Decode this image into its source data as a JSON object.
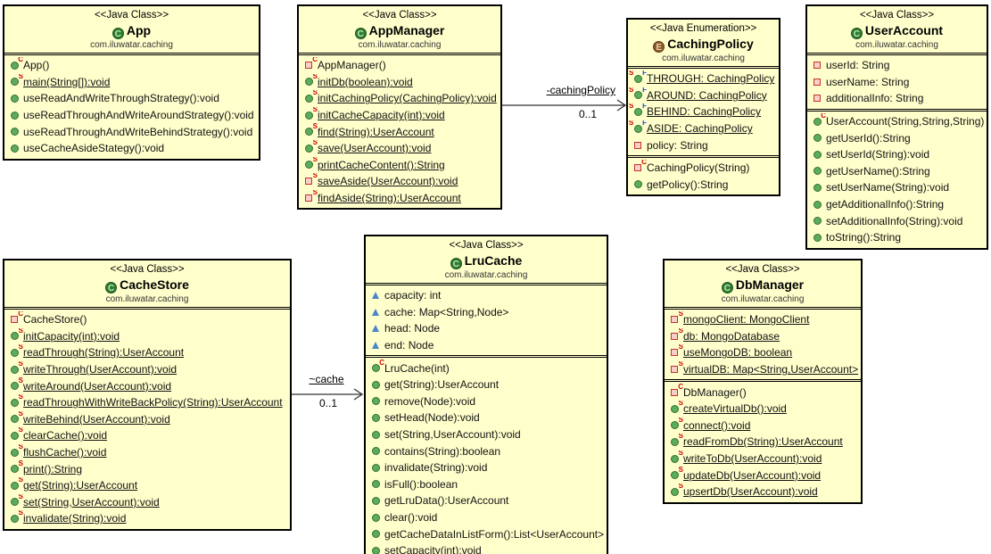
{
  "diagram": {
    "classes": [
      {
        "id": "app",
        "stereotype": "<<Java Class>>",
        "icon_letter": "C",
        "name": "App",
        "package": "com.iluwatar.caching",
        "fields": [],
        "methods": [
          {
            "icon": "circle",
            "sup": "C",
            "u": false,
            "kind": "method",
            "label": "App()"
          },
          {
            "icon": "circle",
            "sup": "S",
            "u": true,
            "kind": "method",
            "label": "main(String[]):void"
          },
          {
            "icon": "circle",
            "sup": "",
            "u": false,
            "kind": "method",
            "label": "useReadAndWriteThroughStrategy():void"
          },
          {
            "icon": "circle",
            "sup": "",
            "u": false,
            "kind": "method",
            "label": "useReadThroughAndWriteAroundStrategy():void"
          },
          {
            "icon": "circle",
            "sup": "",
            "u": false,
            "kind": "method",
            "label": "useReadThroughAndWriteBehindStrategy():void"
          },
          {
            "icon": "circle",
            "sup": "",
            "u": false,
            "kind": "method",
            "label": "useCacheAsideStategy():void"
          }
        ]
      },
      {
        "id": "appmanager",
        "stereotype": "<<Java Class>>",
        "icon_letter": "C",
        "name": "AppManager",
        "package": "com.iluwatar.caching",
        "fields": [],
        "methods": [
          {
            "icon": "square",
            "sup": "C",
            "u": false,
            "kind": "method",
            "label": "AppManager()"
          },
          {
            "icon": "circle",
            "sup": "S",
            "u": true,
            "kind": "method",
            "label": "initDb(boolean):void"
          },
          {
            "icon": "circle",
            "sup": "S",
            "u": true,
            "kind": "method",
            "label": "initCachingPolicy(CachingPolicy):void"
          },
          {
            "icon": "circle",
            "sup": "S",
            "u": true,
            "kind": "method",
            "label": "initCacheCapacity(int):void"
          },
          {
            "icon": "circle",
            "sup": "S",
            "u": true,
            "kind": "method",
            "label": "find(String):UserAccount"
          },
          {
            "icon": "circle",
            "sup": "S",
            "u": true,
            "kind": "method",
            "label": "save(UserAccount):void"
          },
          {
            "icon": "circle",
            "sup": "S",
            "u": true,
            "kind": "method",
            "label": "printCacheContent():String"
          },
          {
            "icon": "square",
            "sup": "S",
            "u": true,
            "kind": "method",
            "label": "saveAside(UserAccount):void"
          },
          {
            "icon": "square",
            "sup": "S",
            "u": true,
            "kind": "method",
            "label": "findAside(String):UserAccount"
          }
        ]
      },
      {
        "id": "cachingpolicy",
        "stereotype": "<<Java Enumeration>>",
        "icon_letter": "E",
        "name": "CachingPolicy",
        "package": "com.iluwatar.caching",
        "fields": [
          {
            "icon": "circle",
            "sup": "SF",
            "u": true,
            "kind": "field",
            "label": "THROUGH: CachingPolicy"
          },
          {
            "icon": "circle",
            "sup": "SF",
            "u": true,
            "kind": "field",
            "label": "AROUND: CachingPolicy"
          },
          {
            "icon": "circle",
            "sup": "SF",
            "u": true,
            "kind": "field",
            "label": "BEHIND: CachingPolicy"
          },
          {
            "icon": "circle",
            "sup": "SF",
            "u": true,
            "kind": "field",
            "label": "ASIDE: CachingPolicy"
          },
          {
            "icon": "square",
            "sup": "",
            "u": false,
            "kind": "field",
            "label": "policy: String"
          }
        ],
        "methods": [
          {
            "icon": "square",
            "sup": "C",
            "u": false,
            "kind": "method",
            "label": "CachingPolicy(String)"
          },
          {
            "icon": "circle",
            "sup": "",
            "u": false,
            "kind": "method",
            "label": "getPolicy():String"
          }
        ]
      },
      {
        "id": "useraccount",
        "stereotype": "<<Java Class>>",
        "icon_letter": "C",
        "name": "UserAccount",
        "package": "com.iluwatar.caching",
        "fields": [
          {
            "icon": "square",
            "sup": "",
            "u": false,
            "kind": "field",
            "label": "userId: String"
          },
          {
            "icon": "square",
            "sup": "",
            "u": false,
            "kind": "field",
            "label": "userName: String"
          },
          {
            "icon": "square",
            "sup": "",
            "u": false,
            "kind": "field",
            "label": "additionalInfo: String"
          }
        ],
        "methods": [
          {
            "icon": "circle",
            "sup": "C",
            "u": false,
            "kind": "method",
            "label": "UserAccount(String,String,String)"
          },
          {
            "icon": "circle",
            "sup": "",
            "u": false,
            "kind": "method",
            "label": "getUserId():String"
          },
          {
            "icon": "circle",
            "sup": "",
            "u": false,
            "kind": "method",
            "label": "setUserId(String):void"
          },
          {
            "icon": "circle",
            "sup": "",
            "u": false,
            "kind": "method",
            "label": "getUserName():String"
          },
          {
            "icon": "circle",
            "sup": "",
            "u": false,
            "kind": "method",
            "label": "setUserName(String):void"
          },
          {
            "icon": "circle",
            "sup": "",
            "u": false,
            "kind": "method",
            "label": "getAdditionalInfo():String"
          },
          {
            "icon": "circle",
            "sup": "",
            "u": false,
            "kind": "method",
            "label": "setAdditionalInfo(String):void"
          },
          {
            "icon": "circle",
            "sup": "",
            "u": false,
            "kind": "method",
            "label": "toString():String"
          }
        ]
      },
      {
        "id": "cachestore",
        "stereotype": "<<Java Class>>",
        "icon_letter": "C",
        "name": "CacheStore",
        "package": "com.iluwatar.caching",
        "fields": [],
        "methods": [
          {
            "icon": "square",
            "sup": "C",
            "u": false,
            "kind": "method",
            "label": "CacheStore()"
          },
          {
            "icon": "circle",
            "sup": "S",
            "u": true,
            "kind": "method",
            "label": "initCapacity(int):void"
          },
          {
            "icon": "circle",
            "sup": "S",
            "u": true,
            "kind": "method",
            "label": "readThrough(String):UserAccount"
          },
          {
            "icon": "circle",
            "sup": "S",
            "u": true,
            "kind": "method",
            "label": "writeThrough(UserAccount):void"
          },
          {
            "icon": "circle",
            "sup": "S",
            "u": true,
            "kind": "method",
            "label": "writeAround(UserAccount):void"
          },
          {
            "icon": "circle",
            "sup": "S",
            "u": true,
            "kind": "method",
            "label": "readThroughWithWriteBackPolicy(String):UserAccount"
          },
          {
            "icon": "circle",
            "sup": "S",
            "u": true,
            "kind": "method",
            "label": "writeBehind(UserAccount):void"
          },
          {
            "icon": "circle",
            "sup": "S",
            "u": true,
            "kind": "method",
            "label": "clearCache():void"
          },
          {
            "icon": "circle",
            "sup": "S",
            "u": true,
            "kind": "method",
            "label": "flushCache():void"
          },
          {
            "icon": "circle",
            "sup": "S",
            "u": true,
            "kind": "method",
            "label": "print():String"
          },
          {
            "icon": "circle",
            "sup": "S",
            "u": true,
            "kind": "method",
            "label": "get(String):UserAccount"
          },
          {
            "icon": "circle",
            "sup": "S",
            "u": true,
            "kind": "method",
            "label": "set(String,UserAccount):void"
          },
          {
            "icon": "circle",
            "sup": "S",
            "u": true,
            "kind": "method",
            "label": "invalidate(String):void"
          }
        ]
      },
      {
        "id": "lrucache",
        "stereotype": "<<Java Class>>",
        "icon_letter": "C",
        "name": "LruCache",
        "package": "com.iluwatar.caching",
        "fields": [
          {
            "icon": "triangle",
            "sup": "",
            "u": false,
            "kind": "field",
            "label": "capacity: int"
          },
          {
            "icon": "triangle",
            "sup": "",
            "u": false,
            "kind": "field",
            "label": "cache: Map<String,Node>"
          },
          {
            "icon": "triangle",
            "sup": "",
            "u": false,
            "kind": "field",
            "label": "head: Node"
          },
          {
            "icon": "triangle",
            "sup": "",
            "u": false,
            "kind": "field",
            "label": "end: Node"
          }
        ],
        "methods": [
          {
            "icon": "circle",
            "sup": "C",
            "u": false,
            "kind": "method",
            "label": "LruCache(int)"
          },
          {
            "icon": "circle",
            "sup": "",
            "u": false,
            "kind": "method",
            "label": "get(String):UserAccount"
          },
          {
            "icon": "circle",
            "sup": "",
            "u": false,
            "kind": "method",
            "label": "remove(Node):void"
          },
          {
            "icon": "circle",
            "sup": "",
            "u": false,
            "kind": "method",
            "label": "setHead(Node):void"
          },
          {
            "icon": "circle",
            "sup": "",
            "u": false,
            "kind": "method",
            "label": "set(String,UserAccount):void"
          },
          {
            "icon": "circle",
            "sup": "",
            "u": false,
            "kind": "method",
            "label": "contains(String):boolean"
          },
          {
            "icon": "circle",
            "sup": "",
            "u": false,
            "kind": "method",
            "label": "invalidate(String):void"
          },
          {
            "icon": "circle",
            "sup": "",
            "u": false,
            "kind": "method",
            "label": "isFull():boolean"
          },
          {
            "icon": "circle",
            "sup": "",
            "u": false,
            "kind": "method",
            "label": "getLruData():UserAccount"
          },
          {
            "icon": "circle",
            "sup": "",
            "u": false,
            "kind": "method",
            "label": "clear():void"
          },
          {
            "icon": "circle",
            "sup": "",
            "u": false,
            "kind": "method",
            "label": "getCacheDataInListForm():List<UserAccount>"
          },
          {
            "icon": "circle",
            "sup": "",
            "u": false,
            "kind": "method",
            "label": "setCapacity(int):void"
          }
        ]
      },
      {
        "id": "dbmanager",
        "stereotype": "<<Java Class>>",
        "icon_letter": "C",
        "name": "DbManager",
        "package": "com.iluwatar.caching",
        "fields": [
          {
            "icon": "square",
            "sup": "S",
            "u": true,
            "kind": "field",
            "label": "mongoClient: MongoClient"
          },
          {
            "icon": "square",
            "sup": "S",
            "u": true,
            "kind": "field",
            "label": "db: MongoDatabase"
          },
          {
            "icon": "square",
            "sup": "S",
            "u": true,
            "kind": "field",
            "label": "useMongoDB: boolean"
          },
          {
            "icon": "square",
            "sup": "S",
            "u": true,
            "kind": "field",
            "label": "virtualDB: Map<String,UserAccount>"
          }
        ],
        "methods": [
          {
            "icon": "square",
            "sup": "C",
            "u": false,
            "kind": "method",
            "label": "DbManager()"
          },
          {
            "icon": "circle",
            "sup": "S",
            "u": true,
            "kind": "method",
            "label": "createVirtualDb():void"
          },
          {
            "icon": "circle",
            "sup": "S",
            "u": true,
            "kind": "method",
            "label": "connect():void"
          },
          {
            "icon": "circle",
            "sup": "S",
            "u": true,
            "kind": "method",
            "label": "readFromDb(String):UserAccount"
          },
          {
            "icon": "circle",
            "sup": "S",
            "u": true,
            "kind": "method",
            "label": "writeToDb(UserAccount):void"
          },
          {
            "icon": "circle",
            "sup": "S",
            "u": true,
            "kind": "method",
            "label": "updateDb(UserAccount):void"
          },
          {
            "icon": "circle",
            "sup": "S",
            "u": true,
            "kind": "method",
            "label": "upsertDb(UserAccount):void"
          }
        ]
      }
    ],
    "associations": [
      {
        "name": "-cachingPolicy",
        "multiplicity": "0..1"
      },
      {
        "name": "~cache",
        "multiplicity": "0..1"
      }
    ]
  }
}
